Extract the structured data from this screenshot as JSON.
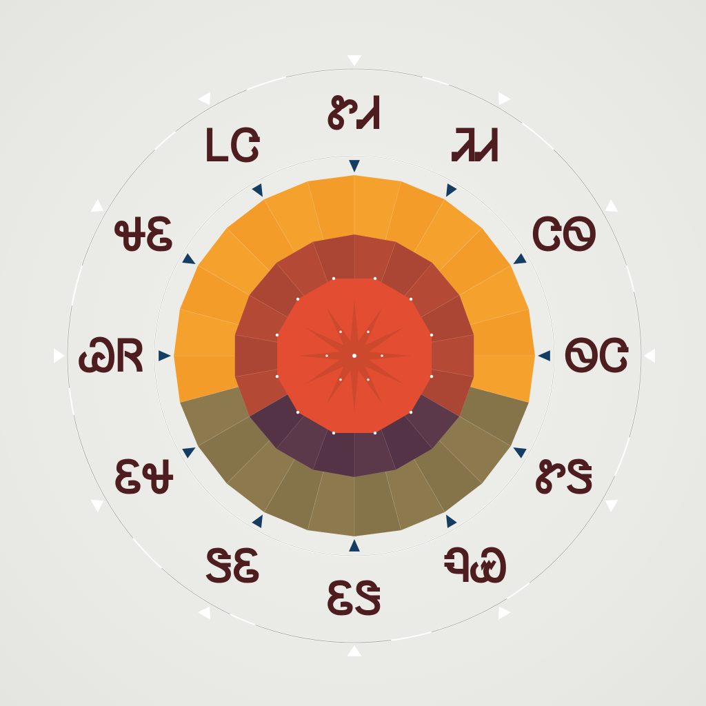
{
  "diagram": {
    "segment_count": 12,
    "glyphs": [
      {
        "name": "glyph-north",
        "text": "ᏑᏗ"
      },
      {
        "name": "glyph-north-northeast",
        "text": "ᏘᏗ"
      },
      {
        "name": "glyph-east-northeast",
        "text": "ᏣᏫ"
      },
      {
        "name": "glyph-east",
        "text": "ᏫᏣ"
      },
      {
        "name": "glyph-east-southeast",
        "text": "ᏑᏕ"
      },
      {
        "name": "glyph-south-southeast",
        "text": "ᏄᏯ"
      },
      {
        "name": "glyph-south",
        "text": "ᏋᏕ"
      },
      {
        "name": "glyph-south-southwest",
        "text": "ᏕᏋ"
      },
      {
        "name": "glyph-west-southwest",
        "text": "ᏋᏠ"
      },
      {
        "name": "glyph-west",
        "text": "ᏊᏒ"
      },
      {
        "name": "glyph-west-northwest",
        "text": "ᏠᏋ"
      },
      {
        "name": "glyph-north-northwest",
        "text": "ᏞᏣ"
      }
    ],
    "colors": {
      "background": "#ebebe7",
      "outer_ring_warm": "#f4a12e",
      "outer_ring_earth": "#8c7a4e",
      "middle_ring_warm": "#b44a36",
      "middle_ring_dark": "#5c384b",
      "inner_core": "#e34e32",
      "star": "#c8492e",
      "glyph": "#4e1d1f",
      "marker": "#153c63",
      "tick": "#ffffff"
    }
  }
}
